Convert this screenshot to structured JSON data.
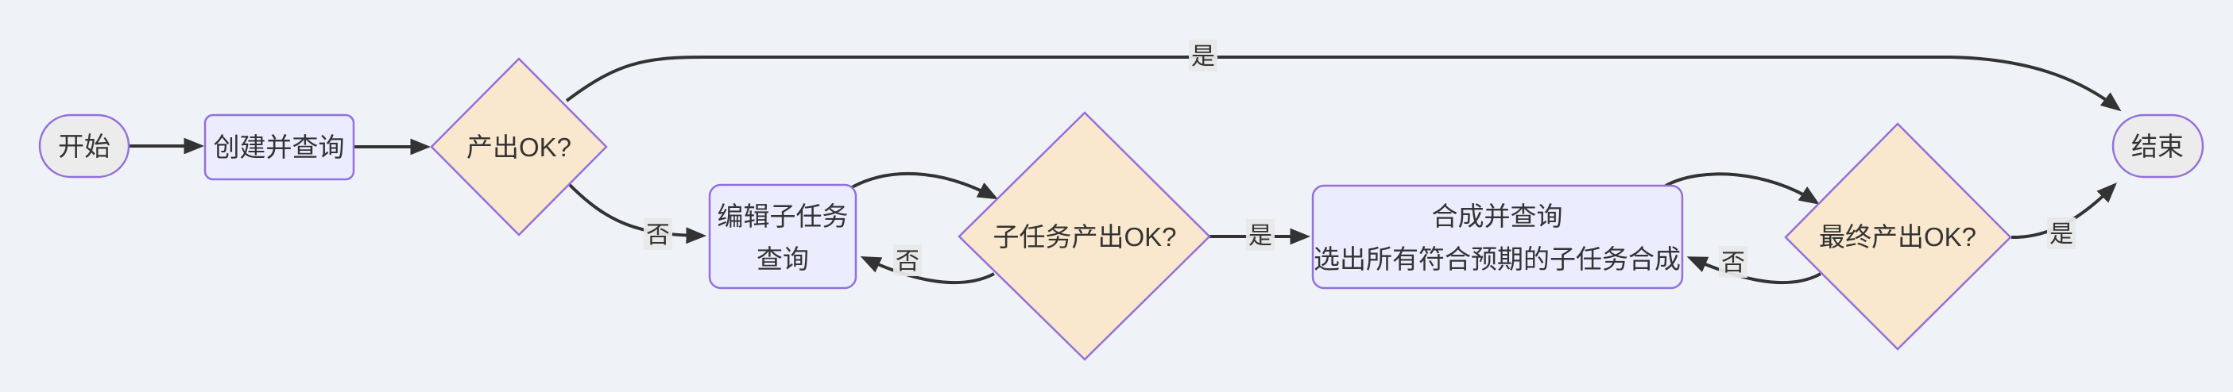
{
  "diagram": {
    "type": "flowchart",
    "direction": "left-to-right",
    "background": "#EFF3F7",
    "colors": {
      "process_fill": "#ECECFF",
      "decision_fill": "#F9E8CD",
      "terminal_fill": "#ECECEC",
      "node_border": "#9370DB",
      "edge_stroke": "#333333",
      "edge_label_bg": "#E8E8E8",
      "text": "#333333"
    },
    "nodes": {
      "start": {
        "shape": "stadium",
        "label": "开始"
      },
      "create_query": {
        "shape": "rect",
        "label": "创建并查询"
      },
      "output_ok": {
        "shape": "diamond",
        "label": "产出OK?"
      },
      "edit_subtask": {
        "shape": "rect",
        "line1": "编辑子任务",
        "line2": "查询"
      },
      "subtask_ok": {
        "shape": "diamond",
        "label": "子任务产出OK?"
      },
      "synthesize": {
        "shape": "rect",
        "line1": "合成并查询",
        "line2": "选出所有符合预期的子任务合成"
      },
      "final_ok": {
        "shape": "diamond",
        "label": "最终产出OK?"
      },
      "end": {
        "shape": "stadium",
        "label": "结束"
      }
    },
    "edges": [
      {
        "from": "start",
        "to": "create_query",
        "label": ""
      },
      {
        "from": "create_query",
        "to": "output_ok",
        "label": ""
      },
      {
        "from": "output_ok",
        "to": "end",
        "label": "是"
      },
      {
        "from": "output_ok",
        "to": "edit_subtask",
        "label": "否"
      },
      {
        "from": "edit_subtask",
        "to": "subtask_ok",
        "label": ""
      },
      {
        "from": "subtask_ok",
        "to": "edit_subtask",
        "label": "否"
      },
      {
        "from": "subtask_ok",
        "to": "synthesize",
        "label": "是"
      },
      {
        "from": "synthesize",
        "to": "final_ok",
        "label": ""
      },
      {
        "from": "final_ok",
        "to": "synthesize",
        "label": "否"
      },
      {
        "from": "final_ok",
        "to": "end",
        "label": "是"
      }
    ]
  }
}
